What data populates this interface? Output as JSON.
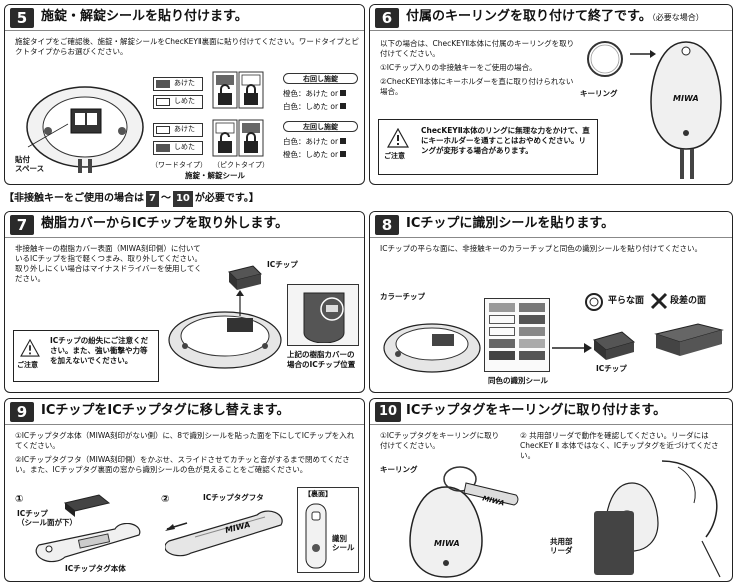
{
  "p5": {
    "num": "5",
    "title": "施錠・解錠シールを貼り付けます。",
    "text": "施錠タイプをご確認後、施錠・解錠シールをChecKEYⅡ裏面に貼り付けてください。ワードタイプとピクトタイプからお選びください。",
    "open": "あけた",
    "close": "しめた",
    "right_title": "右回し施錠",
    "right_line1": "橙色：あけた or",
    "right_line2": "白色：しめた or",
    "left_title": "左回し施錠",
    "left_line1": "白色：あけた or",
    "left_line2": "橙色：しめた or",
    "space_label": "貼付\nスペース",
    "word_type": "（ワードタイプ）",
    "pict_type": "（ピクトタイプ）",
    "seal_label": "施錠・解錠シール"
  },
  "p6": {
    "num": "6",
    "title": "付属のキーリングを取り付けて終了です。",
    "title_note": "（必要な場合）",
    "text1": "以下の場合は、ChecKEYⅡ本体に付属のキーリングを取り付けてください。",
    "text2": "①ICチップ入りの非接触キーをご使用の場合。",
    "text3": "②ChecKEYⅡ本体にキーホルダーを直に取り付けられない場合。",
    "ring_label": "キーリング",
    "brand": "MIWA",
    "caution_label": "ご注意",
    "caution_text": "ChecKEYⅡ本体のリングに無理な力をかけて、直にキーホルダーを通すことはおやめください。リングが変形する場合があります。"
  },
  "banner": {
    "prefix": "【非接触キーをご使用の場合は",
    "from": "7",
    "sep": "～",
    "to": "10",
    "suffix": "が必要です。】"
  },
  "p7": {
    "num": "7",
    "title": "樹脂カバーからICチップを取り外します。",
    "text": "非接触キーの樹脂カバー表面（MIWA刻印側）に付いているICチップを指で軽くつまみ、取り外してください。取り外しにくい場合はマイナスドライバーを使用してください。",
    "chip_label": "ICチップ",
    "caution_label": "ご注意",
    "caution_text": "ICチップの紛失にご注意ください。また、強い衝撃や力等を加えないでください。",
    "cover_label": "上記の樹脂カバーの場合のICチップ位置"
  },
  "p8": {
    "num": "8",
    "title": "ICチップに識別シールを貼ります。",
    "text": "ICチップの平らな面に、非接触キーのカラーチップと同色の識別シールを貼り付けてください。",
    "color_chip_label": "カラーチップ",
    "flat_label": "平らな面",
    "step_label": "段差の面",
    "chip_label": "ICチップ",
    "seal_label": "同色の識別シール"
  },
  "p9": {
    "num": "9",
    "title": "ICチップをICチップタグに移し替えます。",
    "text1": "①ICチップタグ本体（MIWA刻印がない側）に、8で識別シールを貼った面を下にしてICチップを入れてください。",
    "text2": "②ICチップタグフタ（MIWA刻印側）をかぶせ、スライドさせてカチッと音がするまで閉めてください。また、ICチップタグ裏面の窓から識別シールの色が見えることをご確認ください。",
    "step1": "①",
    "step2": "②",
    "chip_label": "ICチップ\n（シール面が下）",
    "lid_label": "ICチップタグフタ",
    "body_label": "ICチップタグ本体",
    "back_label": "【裏面】",
    "seal_label": "識別\nシール",
    "brand": "MIWA"
  },
  "p10": {
    "num": "10",
    "title": "ICチップタグをキーリングに取り付けます。",
    "text1": "①ICチップタグをキーリングに取り付けてください。",
    "text2": "② 共用部リーダで動作を確認してください。リーダにはChecKEY Ⅱ 本体ではなく、ICチップタグを近づけてください。",
    "ring_label": "キーリング",
    "reader_label": "共用部\nリーダ",
    "brand": "MIWA"
  }
}
